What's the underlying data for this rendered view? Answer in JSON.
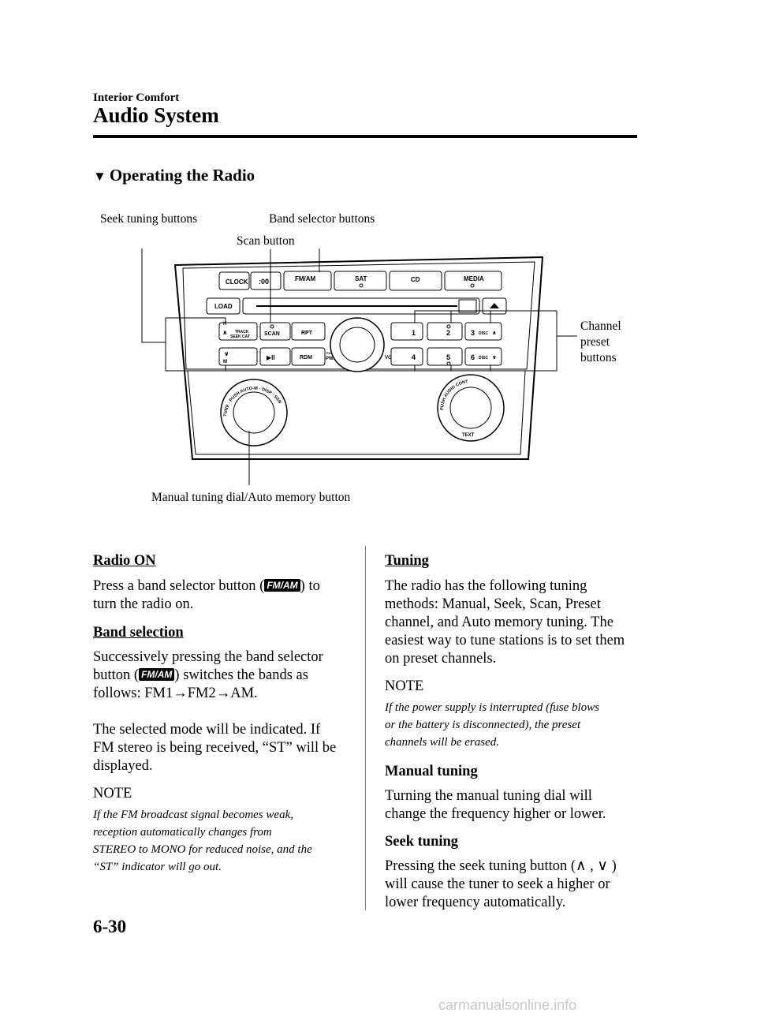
{
  "header": {
    "section": "Interior Comfort",
    "title": "Audio System"
  },
  "heading": {
    "icon": "triangle-down",
    "text": "Operating the Radio"
  },
  "figure": {
    "callouts": {
      "seek": "Seek tuning buttons",
      "band": "Band selector buttons",
      "scan": "Scan button",
      "channel_1": "Channel",
      "channel_2": "preset",
      "channel_3": "buttons",
      "manual": "Manual tuning dial/Auto memory button"
    },
    "panel": {
      "clock": "CLOCK",
      "zero": ":00",
      "fmam": "FM/AM",
      "sat": "SAT",
      "cd": "CD",
      "media": "MEDIA",
      "load": "LOAD",
      "track": "TRACK",
      "seekcat": "SEEK CAT",
      "h": "H",
      "m": "M",
      "scan": "SCAN",
      "rpt": "RPT",
      "rdm": "RDM",
      "play": "▶II",
      "push": "PUSH",
      "pwr": "PWR",
      "vol": "VOL",
      "p1": "1",
      "p2": "2",
      "p3": "3",
      "p4": "4",
      "p5": "5",
      "p6": "6",
      "disc": "DISC",
      "tune_ring": "TUNE · PUSH AUTO-M · DISP · SSN",
      "audio_ring": "PUSH AUDIO CONT",
      "text": "TEXT"
    }
  },
  "left": {
    "radio_on_title": "Radio ON",
    "radio_on_1": "Press a band selector button (",
    "radio_on_btn": "FM/AM",
    "radio_on_2": ") to",
    "radio_on_3": "turn the radio on.",
    "band_title": "Band selection",
    "band_1": "Successively pressing the band selector",
    "band_2a": "button (",
    "band_btn": "FM/AM",
    "band_2b": ") switches the bands as",
    "band_3": "follows: FM1→FM2→AM.",
    "selected_1": "The selected mode will be indicated. If",
    "selected_2": "FM stereo is being received, “ST” will be",
    "selected_3": "displayed.",
    "note_label": "NOTE",
    "note_1": "If the FM broadcast signal becomes weak,",
    "note_2": "reception automatically changes from",
    "note_3": "STEREO to MONO for reduced noise, and the",
    "note_4": "“ST” indicator will go out."
  },
  "right": {
    "tuning_title": "Tuning",
    "tuning_1": "The radio has the following tuning",
    "tuning_2": "methods: Manual, Seek, Scan, Preset",
    "tuning_3": "channel, and Auto memory tuning. The",
    "tuning_4": "easiest way to tune stations is to set them",
    "tuning_5": "on preset channels.",
    "note_label": "NOTE",
    "note_1": "If the power supply is interrupted (fuse blows",
    "note_2": "or the battery is disconnected), the preset",
    "note_3": "channels will be erased.",
    "manual_title": "Manual tuning",
    "manual_1": "Turning the manual tuning dial will",
    "manual_2": "change the frequency higher or lower.",
    "seek_title": "Seek tuning",
    "seek_1": "Pressing the seek tuning button (∧ , ∨ )",
    "seek_2": "will cause the tuner to seek a higher or",
    "seek_3": "lower frequency automatically."
  },
  "footer": {
    "page": "6-30",
    "watermark": "carmanualsonline.info"
  }
}
